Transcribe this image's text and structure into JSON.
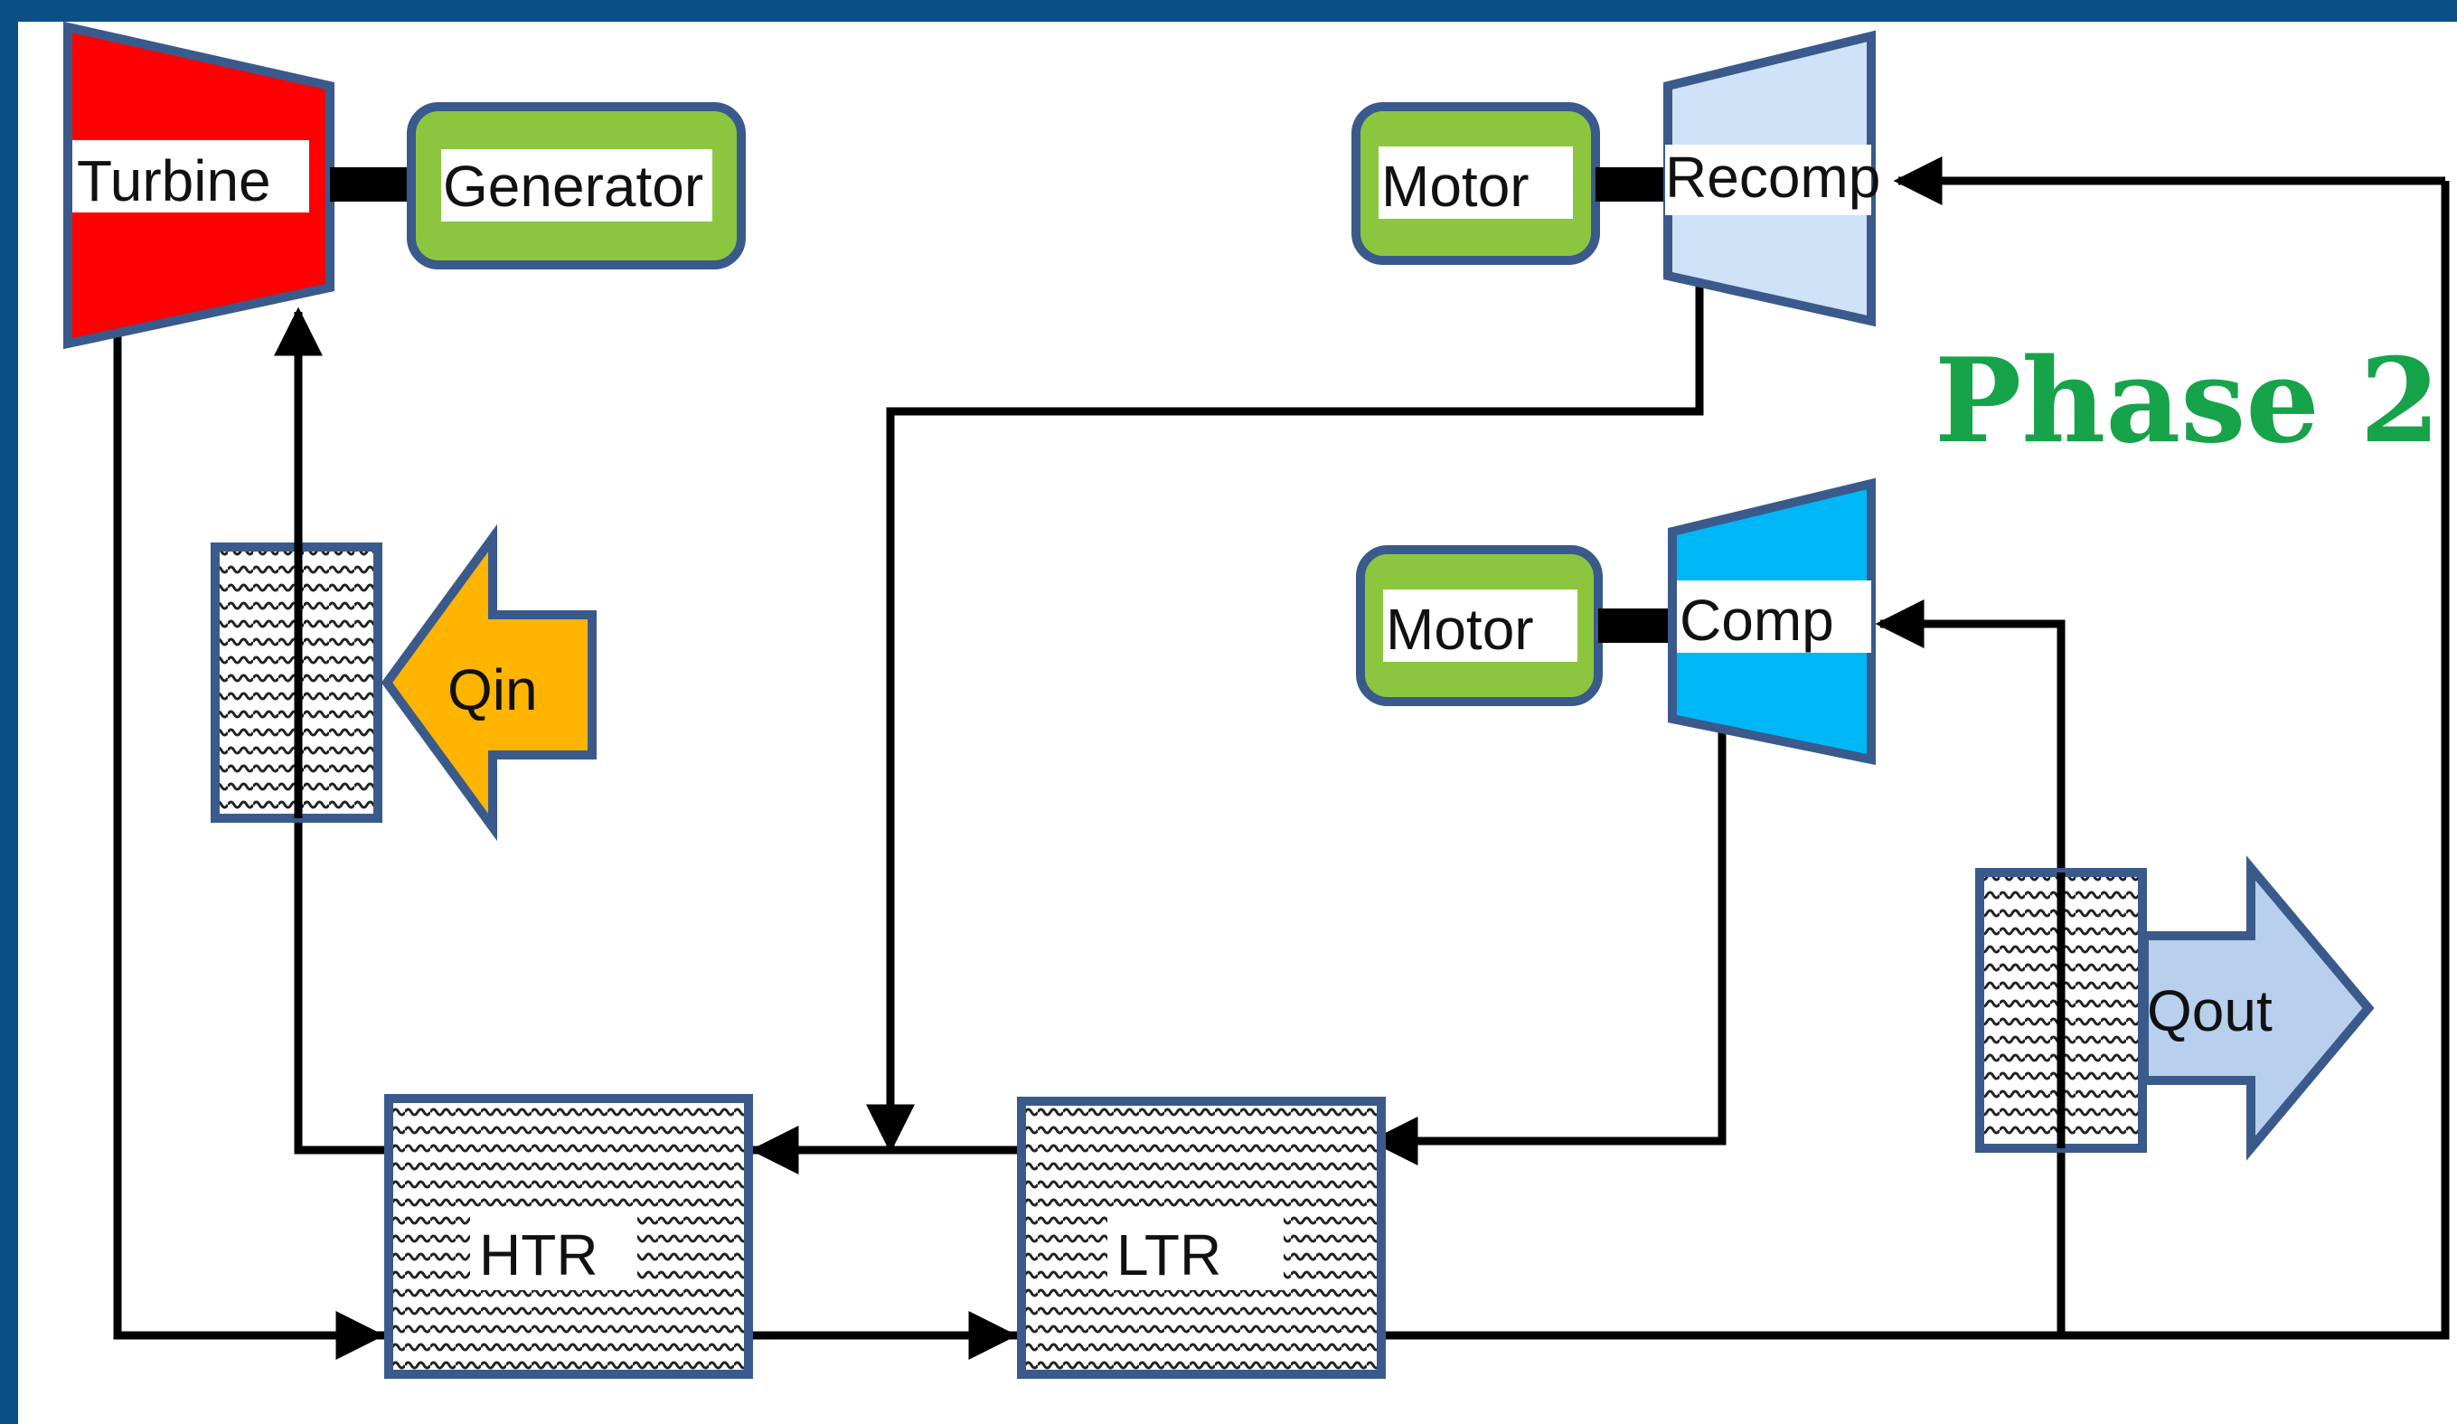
{
  "title": "Phase 2",
  "colors": {
    "background_frame": "#0a4f86",
    "canvas": "#ffffff",
    "box_border": "#3a5a8c",
    "turbine": "#ff0000",
    "motor_generator": "#8cc63f",
    "recompressor": "#cfe2f7",
    "compressor": "#00b7f5",
    "heat_in_arrow": "#ffb400",
    "heat_out_arrow": "#b8d0ee",
    "title_text": "#17a34a",
    "flow_line": "#000000"
  },
  "components": {
    "turbine": "Turbine",
    "generator": "Generator",
    "motor_top": "Motor",
    "recomp": "Recomp",
    "motor_bottom": "Motor",
    "comp": "Comp",
    "qin": "Qin",
    "qout": "Qout",
    "htr": "HTR",
    "ltr": "LTR"
  }
}
